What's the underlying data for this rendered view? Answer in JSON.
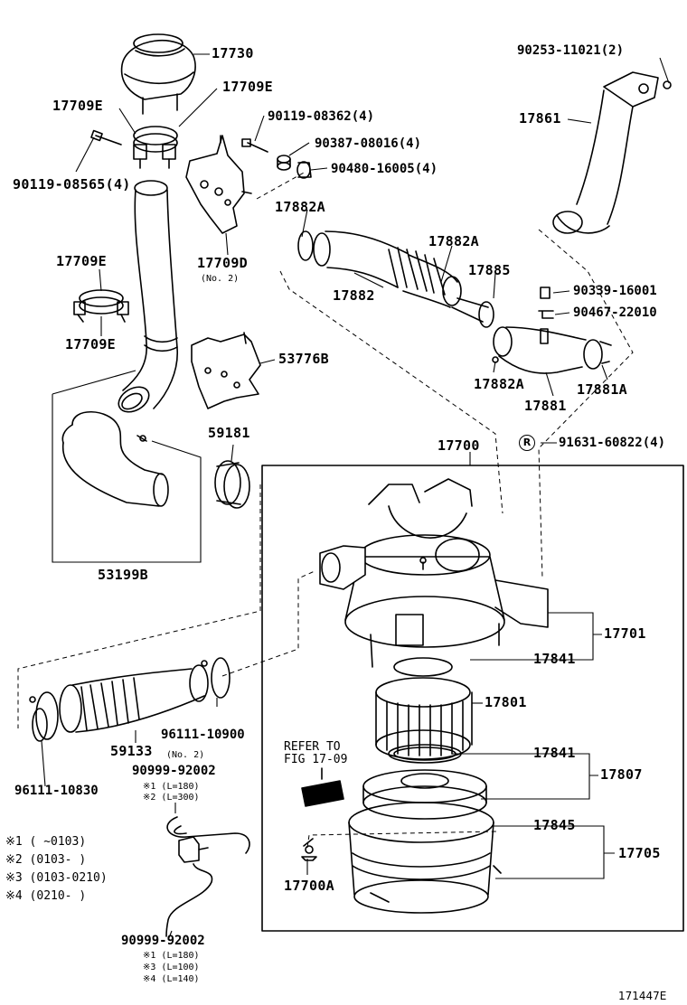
{
  "parts": {
    "p17730": "17730",
    "p17709E_a": "17709E",
    "p17709E_b": "17709E",
    "p90119_08565": "90119-08565(4)",
    "p90119_08362": "90119-08362(4)",
    "p90387_08016": "90387-08016(4)",
    "p90480_16005": "90480-16005(4)",
    "p17709D": "17709D",
    "p17709D_note": "(No. 2)",
    "p17709E_c": "17709E",
    "p17709E_d": "17709E",
    "p53776B": "53776B",
    "p59181": "59181",
    "p53199B": "53199B",
    "p90253_11021": "90253-11021(2)",
    "p17861": "17861",
    "p17882A_a": "17882A",
    "p17882A_b": "17882A",
    "p17885": "17885",
    "p17882": "17882",
    "p90339_16001": "90339-16001",
    "p90467_22010": "90467-22010",
    "p17882A_c": "17882A",
    "p17881A": "17881A",
    "p17881": "17881",
    "p17700": "17700",
    "p91631_symbol": "R",
    "p91631_60822": "91631-60822(4)",
    "p17701": "17701",
    "p17841_a": "17841",
    "p17801": "17801",
    "p17841_b": "17841",
    "p17807": "17807",
    "p17845": "17845",
    "p17705": "17705",
    "p17700A": "17700A",
    "p96111_10900": "96111-10900",
    "p59133": "59133",
    "p59133_note": "(No. 2)",
    "p96111_10830": "96111-10830",
    "p90999_92002_a": "90999-92002",
    "p90999_92002_a_n1": "※1 (L=180)",
    "p90999_92002_a_n2": "※2 (L=300)",
    "p90999_92002_b": "90999-92002",
    "p90999_92002_b_n1": "※1 (L=180)",
    "p90999_92002_b_n2": "※3 (L=100)",
    "p90999_92002_b_n3": "※4 (L=140)"
  },
  "legend": {
    "l1": "※1 (      ~0103)",
    "l2": "※2 (0103-      )",
    "l3": "※3 (0103-0210)",
    "l4": "※4 (0210-      )"
  },
  "refer": {
    "line1": "REFER TO",
    "line2": "FIG 17-09"
  },
  "sheet_number": "171447E"
}
